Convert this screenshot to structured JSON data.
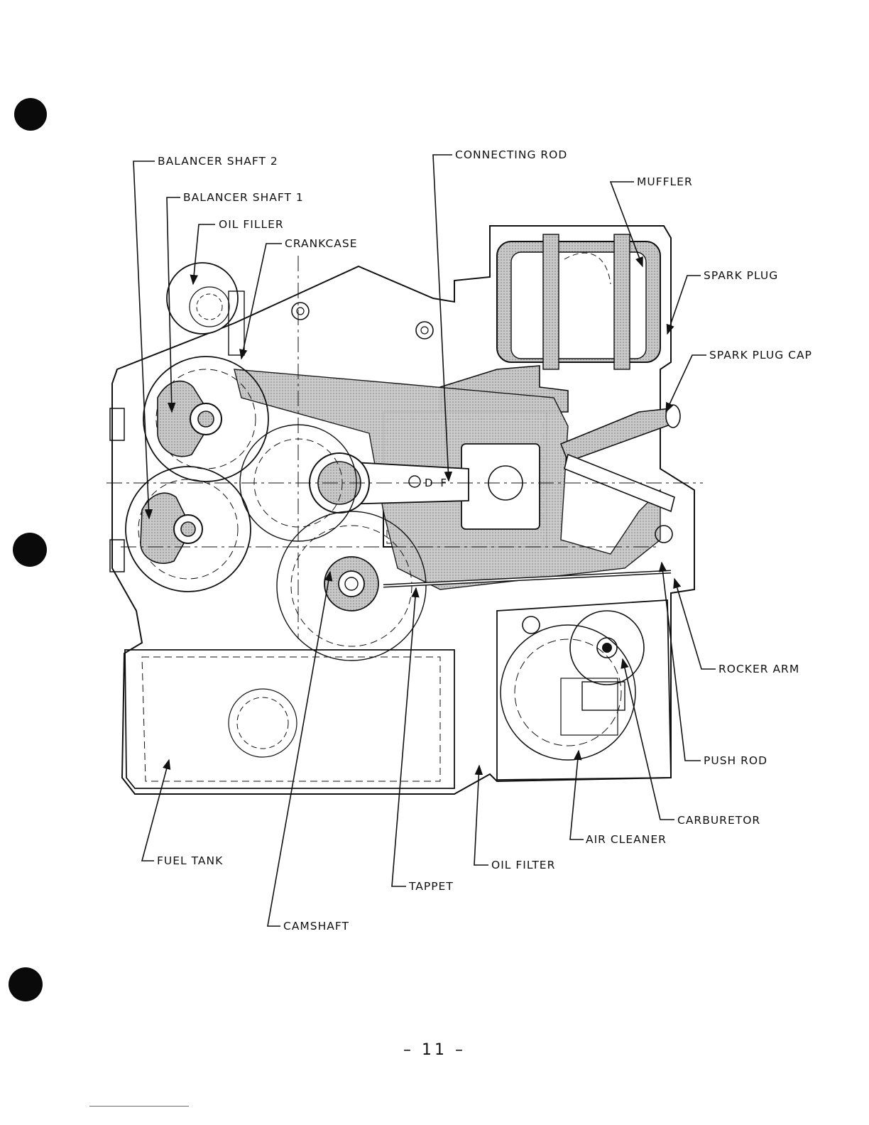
{
  "labels": {
    "balancer_shaft_2": "BALANCER SHAFT 2",
    "balancer_shaft_1": "BALANCER SHAFT 1",
    "oil_filler": "OIL FILLER",
    "crankcase": "CRANKCASE",
    "connecting_rod": "CONNECTING ROD",
    "muffler": "MUFFLER",
    "spark_plug": "SPARK PLUG",
    "spark_plug_cap": "SPARK PLUG CAP",
    "rocker_arm": "ROCKER ARM",
    "push_rod": "PUSH ROD",
    "carburetor": "CARBURETOR",
    "air_cleaner": "AIR CLEANER",
    "oil_filter": "OIL FILTER",
    "tappet": "TAPPET",
    "fuel_tank": "FUEL TANK",
    "camshaft": "CAMSHAFT",
    "rod_marking": "D F"
  },
  "page_number": "– 11 –",
  "colors": {
    "ink": "#111111",
    "shading": "#9a9a9a",
    "light_shading": "#d2d2d2",
    "link_rule": "#3b6fd8"
  }
}
